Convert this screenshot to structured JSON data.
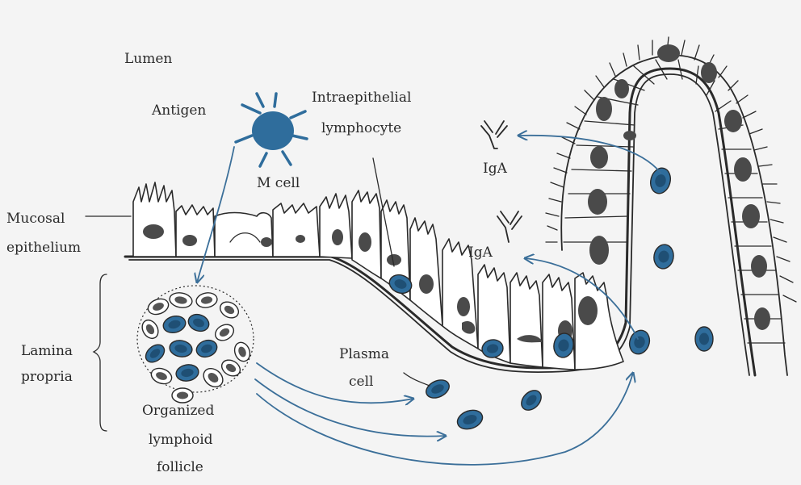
{
  "labels": {
    "lumen": "Lumen",
    "antigen": "Antigen",
    "m_cell": "M cell",
    "intraepithelial_1": "Intraepithelial",
    "intraepithelial_2": "lymphocyte",
    "iga_top": "IgA",
    "iga_mid": "IgA",
    "mucosal_1": "Mucosal",
    "mucosal_2": "epithelium",
    "lamina_1": "Lamina",
    "lamina_2": "propria",
    "plasma_1": "Plasma",
    "plasma_2": "cell",
    "follicle_1": "Organized",
    "follicle_2": "lymphoid",
    "follicle_3": "follicle"
  },
  "colors": {
    "cell_blue": "#2f6d9c",
    "arrow_blue": "#3b6f99",
    "line": "#2a2a2a",
    "nucleus": "#4a4a4a",
    "background": "#f4f4f4"
  }
}
